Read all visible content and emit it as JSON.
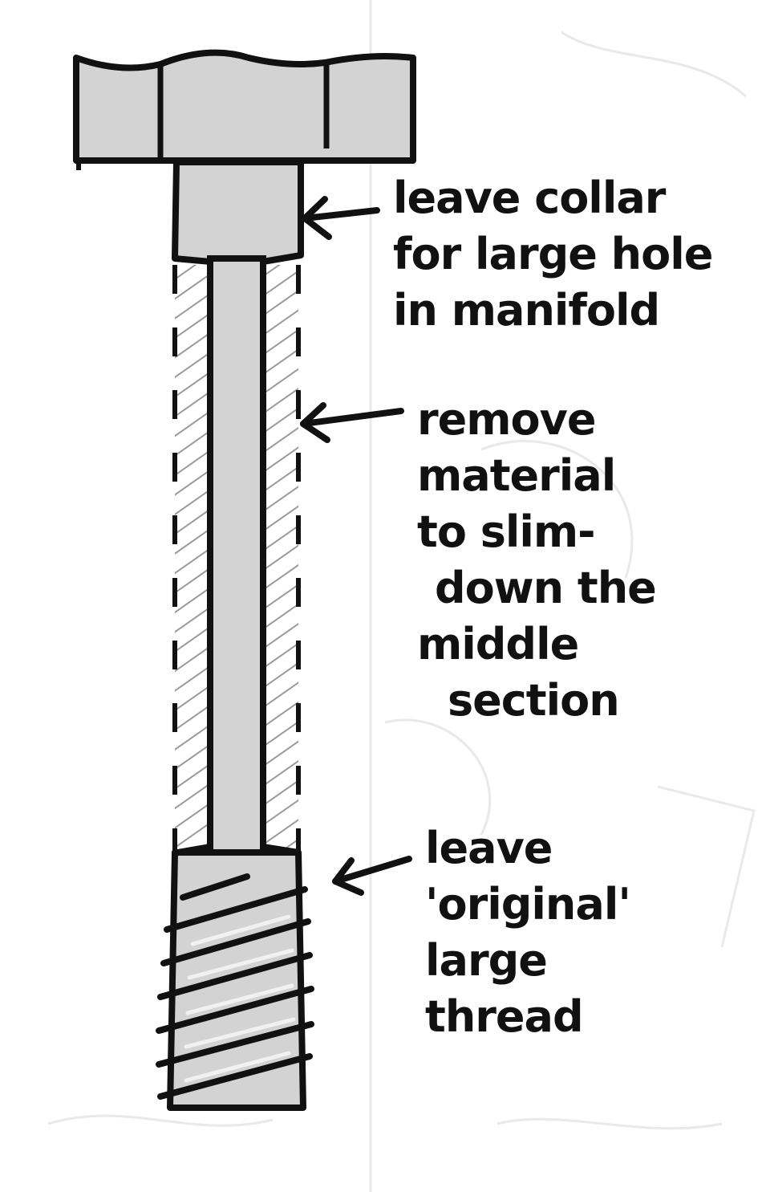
{
  "annotations": {
    "collar": [
      "leave collar",
      "for large hole",
      "in manifold"
    ],
    "remove": [
      "remove",
      "material",
      "to slim-",
      "down the",
      "middle",
      "section"
    ],
    "thread": [
      "leave",
      "'original'",
      "large",
      "thread"
    ]
  },
  "colors": {
    "ink": "#111111",
    "metal_fill": "#d3d3d3",
    "removed_hatch": "#8a8a8a",
    "paper": "#ffffff",
    "faint_pencil": "#e6e6e6"
  }
}
